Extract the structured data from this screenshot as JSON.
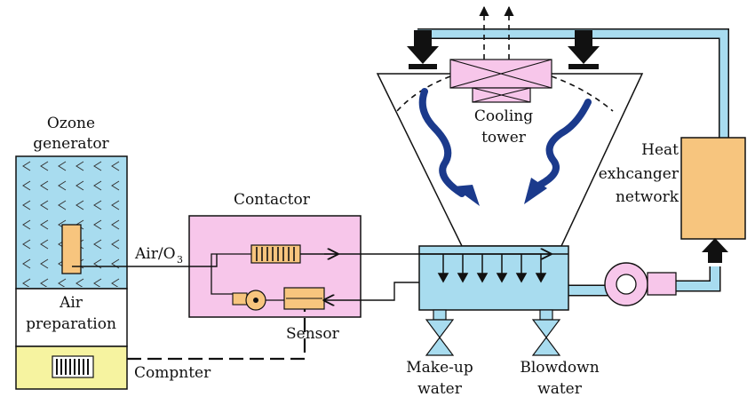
{
  "labels": {
    "ozone_generator": [
      "Ozone",
      "generator"
    ],
    "air_preparation": [
      "Air",
      "preparation"
    ],
    "computer": "Compnter",
    "contactor": "Contactor",
    "air_o3_main": "Air/O",
    "air_o3_sub": "3",
    "sensor": "Sensor",
    "cooling_tower": [
      "Cooling",
      "tower"
    ],
    "heat_exchanger": [
      "Heat",
      "exhcanger",
      "network"
    ],
    "makeup_water": [
      "Make-up",
      "water"
    ],
    "blowdown_water": [
      "Blowdown",
      "water"
    ]
  },
  "colors": {
    "water_blue": "#a8dcef",
    "pink": "#f7c6ea",
    "orange": "#f7c57e",
    "yellow": "#f6f3a0",
    "dark_blue": "#1b3a8c",
    "line": "#111111"
  }
}
